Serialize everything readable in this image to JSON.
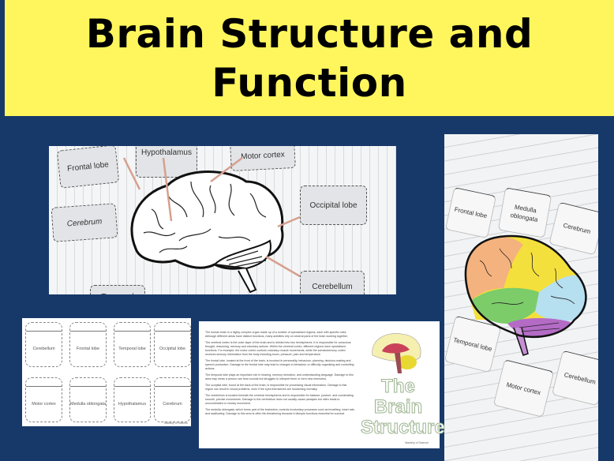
{
  "title": {
    "line1": "Brain Structure and",
    "line2": "Function"
  },
  "photo1": {
    "labels": [
      "Frontal lobe",
      "Hypothalamus",
      "Motor cortex",
      "Cerebrum",
      "Occipital lobe",
      "Cerebellum",
      "Temporal"
    ]
  },
  "photo2": {
    "labels": [
      "Frontal lobe",
      "Medulla oblongata",
      "Cerebrum",
      "Temporal lobe",
      "Motor cortex",
      "Cerebellum"
    ],
    "lobe_colors": {
      "frontal": "#f4b27e",
      "parietal": "#f5e03c",
      "temporal": "#7ccc6a",
      "occipital": "#b6dff0",
      "cerebellum": "#b46bc6"
    }
  },
  "cutout_sheet": {
    "cards": [
      "Cerebellum",
      "Frontal lobe",
      "Temporal lobe",
      "Occipital lobe",
      "Motor cortex",
      "Medulla oblongata",
      "Hypothalamus",
      "Cerebrum"
    ],
    "footer": "Mastery of Science"
  },
  "info_sheet": {
    "paragraphs": [
      "The human brain is a highly complex organ made up of a number of specialised regions, each with specific roles. Although different areas have distinct functions, many activities rely on several parts of the brain working together.",
      "The cerebral cortex is the outer layer of the brain and is divided into two hemispheres. It is responsible for conscious thought, reasoning, memory and voluntary actions. Within the cerebral cortex, different regions have specialised functions. For example, the motor cortex controls voluntary muscle movements, while the somatosensory cortex receives sensory information from the body including touch, pressure, pain and temperature.",
      "The frontal lobe, located at the front of the brain, is involved in personality, behaviour, planning, decision-making and speech production. Damage to the frontal lobe may lead to changes in behaviour or difficulty organising and controlling actions.",
      "The temporal lobe plays an important role in hearing, memory formation, and understanding language. Damage to this area may mean a person can hear sounds but struggles to interpret them or form new memories.",
      "The occipital lobe, found at the back of the brain, is responsible for processing visual information. Damage to this region can result in visual problems, even if the eyes themselves are functioning normally.",
      "The cerebellum is located beneath the cerebral hemispheres and is responsible for balance, posture, and coordinating smooth, precise movements. Damage to the cerebellum does not usually cause paralysis but often leads to uncoordinated or clumsy movement.",
      "The medulla oblongata, which forms part of the brainstem, controls involuntary processes such as breathing, heart rate, and swallowing. Damage to this area is often life-threatening because it disrupts functions essential for survival."
    ],
    "side_title": [
      "The",
      "Brain",
      "Structure"
    ],
    "footer": "Mastery of Science"
  }
}
